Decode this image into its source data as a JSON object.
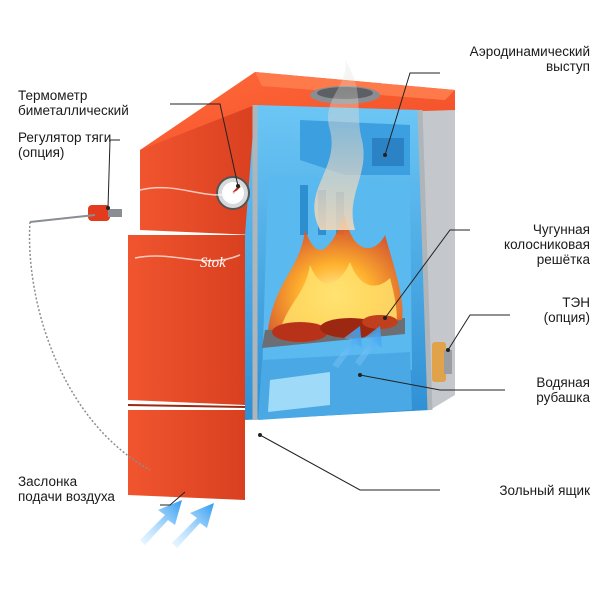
{
  "colors": {
    "body_front": "#e8452a",
    "body_top": "#ff5a2e",
    "body_side": "#c9391f",
    "water_jacket": "#4fb6ee",
    "water_dark": "#2f8fd0",
    "metal": "#b9bec4",
    "leader_line": "#222222"
  },
  "brand_logo_text": "Stok",
  "labels": {
    "aero": {
      "line1": "Аэродинамический",
      "line2": "выступ"
    },
    "thermo": {
      "line1": "Термометр",
      "line2": "биметаллический"
    },
    "draft": {
      "line1": "Регулятор тяги",
      "line2": "(опция)"
    },
    "grate": {
      "line1": "Чугунная",
      "line2": "колосниковая",
      "line3": "решётка"
    },
    "ten": {
      "line1": "ТЭН",
      "line2": "(опция)"
    },
    "jacket": {
      "line1": "Водяная",
      "line2": "рубашка"
    },
    "ash": {
      "line1": "Зольный ящик"
    },
    "damper": {
      "line1": "Заслонка",
      "line2": "подачи воздуха"
    }
  },
  "icons": [
    "thermometer-icon",
    "draft-regulator-icon",
    "heating-element-icon",
    "air-flow-arrow-icon",
    "flame-icon"
  ]
}
